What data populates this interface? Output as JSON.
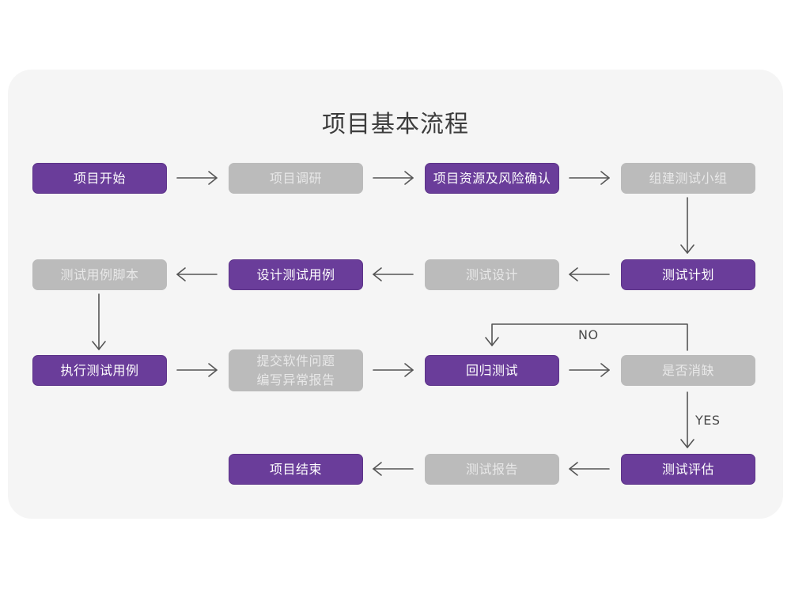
{
  "card": {
    "background": "#f5f5f5",
    "page_background": "#ffffff"
  },
  "title": "项目基本流程",
  "colors": {
    "accent_purple": "#6a3d9a",
    "muted_gray": "#bbbbbb",
    "gray_text": "#e8e8e8",
    "arrow": "#555555",
    "title_text": "#3c3c3c"
  },
  "nodes": [
    {
      "id": "n1",
      "label": "项目开始",
      "style": "purple",
      "row": 1,
      "col": 1
    },
    {
      "id": "n2",
      "label": "项目调研",
      "style": "gray",
      "row": 1,
      "col": 2
    },
    {
      "id": "n3",
      "label": "项目资源及风险确认",
      "style": "purple",
      "row": 1,
      "col": 3
    },
    {
      "id": "n4",
      "label": "组建测试小组",
      "style": "gray",
      "row": 1,
      "col": 4
    },
    {
      "id": "n5",
      "label": "测试用例脚本",
      "style": "gray",
      "row": 2,
      "col": 1
    },
    {
      "id": "n6",
      "label": "设计测试用例",
      "style": "purple",
      "row": 2,
      "col": 2
    },
    {
      "id": "n7",
      "label": "测试设计",
      "style": "gray",
      "row": 2,
      "col": 3
    },
    {
      "id": "n8",
      "label": "测试计划",
      "style": "purple",
      "row": 2,
      "col": 4
    },
    {
      "id": "n9",
      "label": "执行测试用例",
      "style": "purple",
      "row": 3,
      "col": 1
    },
    {
      "id": "n10",
      "label": "提交软件问题\n编写异常报告",
      "style": "gray",
      "row": 3,
      "col": 2
    },
    {
      "id": "n11",
      "label": "回归测试",
      "style": "purple",
      "row": 3,
      "col": 3
    },
    {
      "id": "n12",
      "label": "是否消缺",
      "style": "gray",
      "row": 3,
      "col": 4
    },
    {
      "id": "n13",
      "label": "项目结束",
      "style": "purple",
      "row": 4,
      "col": 2
    },
    {
      "id": "n14",
      "label": "测试报告",
      "style": "gray",
      "row": 4,
      "col": 3
    },
    {
      "id": "n15",
      "label": "测试评估",
      "style": "purple",
      "row": 4,
      "col": 4
    }
  ],
  "edge_labels": {
    "no": "NO",
    "yes": "YES"
  },
  "connections": [
    {
      "from": "项目开始",
      "to": "项目调研",
      "direction": "right"
    },
    {
      "from": "项目调研",
      "to": "项目资源及风险确认",
      "direction": "right"
    },
    {
      "from": "项目资源及风险确认",
      "to": "组建测试小组",
      "direction": "right"
    },
    {
      "from": "组建测试小组",
      "to": "测试计划",
      "direction": "down"
    },
    {
      "from": "测试计划",
      "to": "测试设计",
      "direction": "left"
    },
    {
      "from": "测试设计",
      "to": "设计测试用例",
      "direction": "left"
    },
    {
      "from": "设计测试用例",
      "to": "测试用例脚本",
      "direction": "left"
    },
    {
      "from": "测试用例脚本",
      "to": "执行测试用例",
      "direction": "down"
    },
    {
      "from": "执行测试用例",
      "to": "提交软件问题 编写异常报告",
      "direction": "right"
    },
    {
      "from": "提交软件问题 编写异常报告",
      "to": "回归测试",
      "direction": "right"
    },
    {
      "from": "回归测试",
      "to": "是否消缺",
      "direction": "right"
    },
    {
      "from": "是否消缺",
      "to": "回归测试",
      "direction": "loop-up-left-down",
      "label": "NO"
    },
    {
      "from": "是否消缺",
      "to": "测试评估",
      "direction": "down",
      "label": "YES"
    },
    {
      "from": "测试评估",
      "to": "测试报告",
      "direction": "left"
    },
    {
      "from": "测试报告",
      "to": "项目结束",
      "direction": "left"
    }
  ]
}
